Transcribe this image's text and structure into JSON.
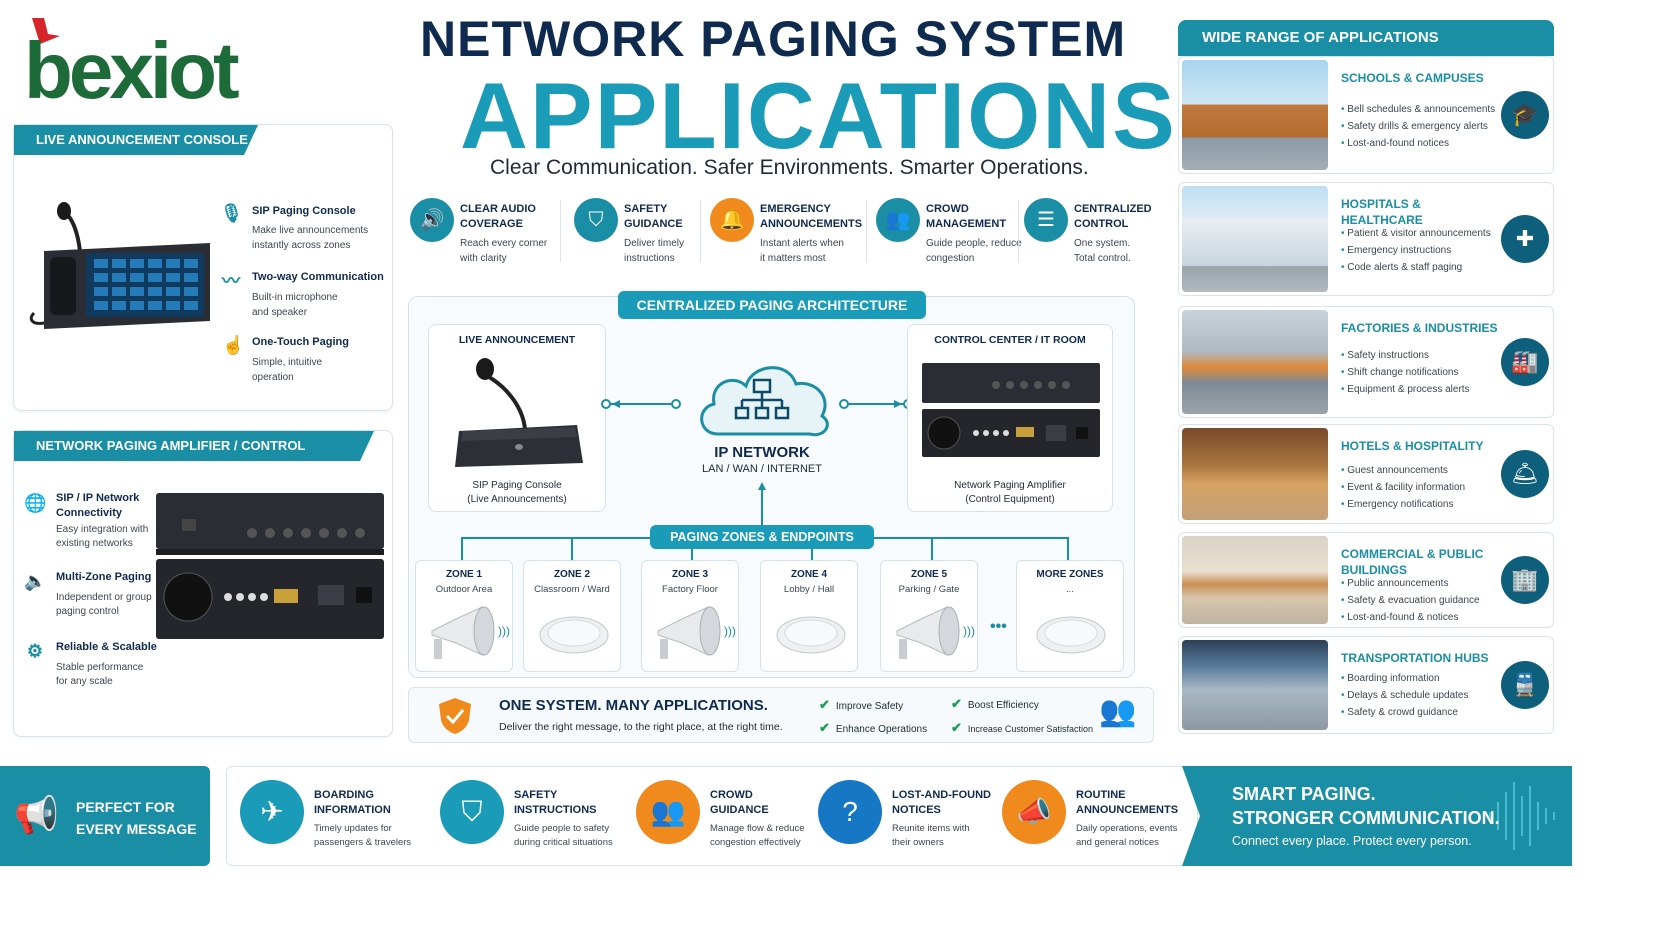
{
  "brand": {
    "logo_text": "bexiot"
  },
  "title": {
    "line1": "NETWORK PAGING SYSTEM",
    "line2": "APPLICATIONS",
    "tagline": "Clear Communication. Safer Environments. Smarter Operations."
  },
  "console": {
    "header": "LIVE ANNOUNCEMENT CONSOLE",
    "features": [
      {
        "title": "SIP Paging Console",
        "text": [
          "Make live announcements",
          "instantly across zones"
        ],
        "icon": "microphone-icon"
      },
      {
        "title": "Two-way Communication",
        "text": [
          "Built-in microphone",
          "and speaker"
        ],
        "icon": "sound-wave-icon"
      },
      {
        "title": "One-Touch Paging",
        "text": [
          "Simple, intuitive",
          "operation"
        ],
        "icon": "touch-icon"
      }
    ]
  },
  "amplifier": {
    "header": "NETWORK PAGING AMPLIFIER / CONTROL EQUIPMENT",
    "features": [
      {
        "title": [
          "SIP / IP Network",
          "Connectivity"
        ],
        "text": [
          "Easy integration with",
          "existing networks"
        ],
        "icon": "globe-icon"
      },
      {
        "title": [
          "Multi-Zone Paging"
        ],
        "text": [
          "Independent or group",
          "paging control"
        ],
        "icon": "speaker-icon"
      },
      {
        "title": [
          "Reliable & Scalable"
        ],
        "text": [
          "Stable performance",
          "for any scale"
        ],
        "icon": "gear-icon"
      }
    ]
  },
  "strip": [
    {
      "title": [
        "CLEAR AUDIO",
        "COVERAGE"
      ],
      "text": [
        "Reach every corner",
        "with clarity"
      ],
      "icon": "speaker-icon",
      "color": "teal"
    },
    {
      "title": [
        "SAFETY",
        "GUIDANCE"
      ],
      "text": [
        "Deliver timely",
        "instructions"
      ],
      "icon": "shield-icon",
      "color": "teal"
    },
    {
      "title": [
        "EMERGENCY",
        "ANNOUNCEMENTS"
      ],
      "text": [
        "Instant alerts when",
        "it matters most"
      ],
      "icon": "bell-icon",
      "color": "orange"
    },
    {
      "title": [
        "CROWD",
        "MANAGEMENT"
      ],
      "text": [
        "Guide people, reduce",
        "congestion"
      ],
      "icon": "people-icon",
      "color": "teal"
    },
    {
      "title": [
        "CENTRALIZED",
        "CONTROL"
      ],
      "text": [
        "One system.",
        "Total control."
      ],
      "icon": "sliders-icon",
      "color": "teal"
    }
  ],
  "arch": {
    "header": "CENTRALIZED PAGING ARCHITECTURE",
    "live": {
      "title": "LIVE ANNOUNCEMENT",
      "caption": [
        "SIP Paging Console",
        "(Live Announcements)"
      ]
    },
    "network": {
      "title": "IP NETWORK",
      "sub": "LAN / WAN / INTERNET"
    },
    "control": {
      "title": "CONTROL CENTER / IT ROOM",
      "caption": [
        "Network Paging Amplifier",
        "(Control Equipment)"
      ]
    },
    "zones_header": "PAGING ZONES & ENDPOINTS",
    "zones": [
      {
        "name": "ZONE 1",
        "desc": "Outdoor Area",
        "type": "horn"
      },
      {
        "name": "ZONE 2",
        "desc": "Classroom / Ward",
        "type": "ceiling"
      },
      {
        "name": "ZONE 3",
        "desc": "Factory Floor",
        "type": "horn"
      },
      {
        "name": "ZONE 4",
        "desc": "Lobby / Hall",
        "type": "ceiling"
      },
      {
        "name": "ZONE 5",
        "desc": "Parking / Gate",
        "type": "horn"
      },
      {
        "name": "MORE ZONES",
        "desc": "...",
        "type": "ceiling"
      }
    ]
  },
  "onesystem": {
    "title": "ONE SYSTEM. MANY APPLICATIONS.",
    "text": "Deliver the right message, to the right place, at the right time.",
    "checks": [
      "Improve Safety",
      "Boost Efficiency",
      "Enhance Operations",
      "Increase Customer Satisfaction"
    ]
  },
  "apps": {
    "header": "WIDE RANGE OF APPLICATIONS",
    "items": [
      {
        "title": [
          "SCHOOLS & CAMPUSES"
        ],
        "bullets": [
          "Bell schedules & announcements",
          "Safety drills & emergency alerts",
          "Lost-and-found notices"
        ],
        "icon": "graduation-cap-icon"
      },
      {
        "title": [
          "HOSPITALS & HEALTHCARE"
        ],
        "bullets": [
          "Patient & visitor announcements",
          "Emergency instructions",
          "Code alerts & staff paging"
        ],
        "icon": "medical-cross-icon"
      },
      {
        "title": [
          "FACTORIES & INDUSTRIES"
        ],
        "bullets": [
          "Safety instructions",
          "Shift change notifications",
          "Equipment & process alerts"
        ],
        "icon": "factory-icon"
      },
      {
        "title": [
          "HOTELS & HOSPITALITY"
        ],
        "bullets": [
          "Guest announcements",
          "Event & facility information",
          "Emergency notifications"
        ],
        "icon": "service-bell-icon"
      },
      {
        "title": [
          "COMMERCIAL & PUBLIC",
          "BUILDINGS"
        ],
        "bullets": [
          "Public announcements",
          "Safety & evacuation guidance",
          "Lost-and-found & notices"
        ],
        "icon": "building-icon"
      },
      {
        "title": [
          "TRANSPORTATION HUBS"
        ],
        "bullets": [
          "Boarding information",
          "Delays & schedule updates",
          "Safety & crowd guidance"
        ],
        "icon": "transport-icon"
      }
    ]
  },
  "perfect": {
    "line1": "PERFECT FOR",
    "line2": "EVERY MESSAGE"
  },
  "bottom": [
    {
      "title": [
        "BOARDING",
        "INFORMATION"
      ],
      "text": [
        "Timely updates for",
        "passengers & travelers"
      ],
      "icon": "airplane-icon",
      "color": "teal"
    },
    {
      "title": [
        "SAFETY",
        "INSTRUCTIONS"
      ],
      "text": [
        "Guide people to safety",
        "during critical situations"
      ],
      "icon": "shield-check-icon",
      "color": "teal"
    },
    {
      "title": [
        "CROWD",
        "GUIDANCE"
      ],
      "text": [
        "Manage flow & reduce",
        "congestion effectively"
      ],
      "icon": "crowd-icon",
      "color": "orange"
    },
    {
      "title": [
        "LOST-AND-FOUND",
        "NOTICES"
      ],
      "text": [
        "Reunite items with",
        "their owners"
      ],
      "icon": "bag-question-icon",
      "color": "blue"
    },
    {
      "title": [
        "ROUTINE",
        "ANNOUNCEMENTS"
      ],
      "text": [
        "Daily operations, events",
        "and general notices"
      ],
      "icon": "megaphone-icon",
      "color": "orange"
    }
  ],
  "smart": {
    "line1": "SMART PAGING.",
    "line2": "STRONGER COMMUNICATION.",
    "line3": "Connect every place. Protect every person."
  }
}
